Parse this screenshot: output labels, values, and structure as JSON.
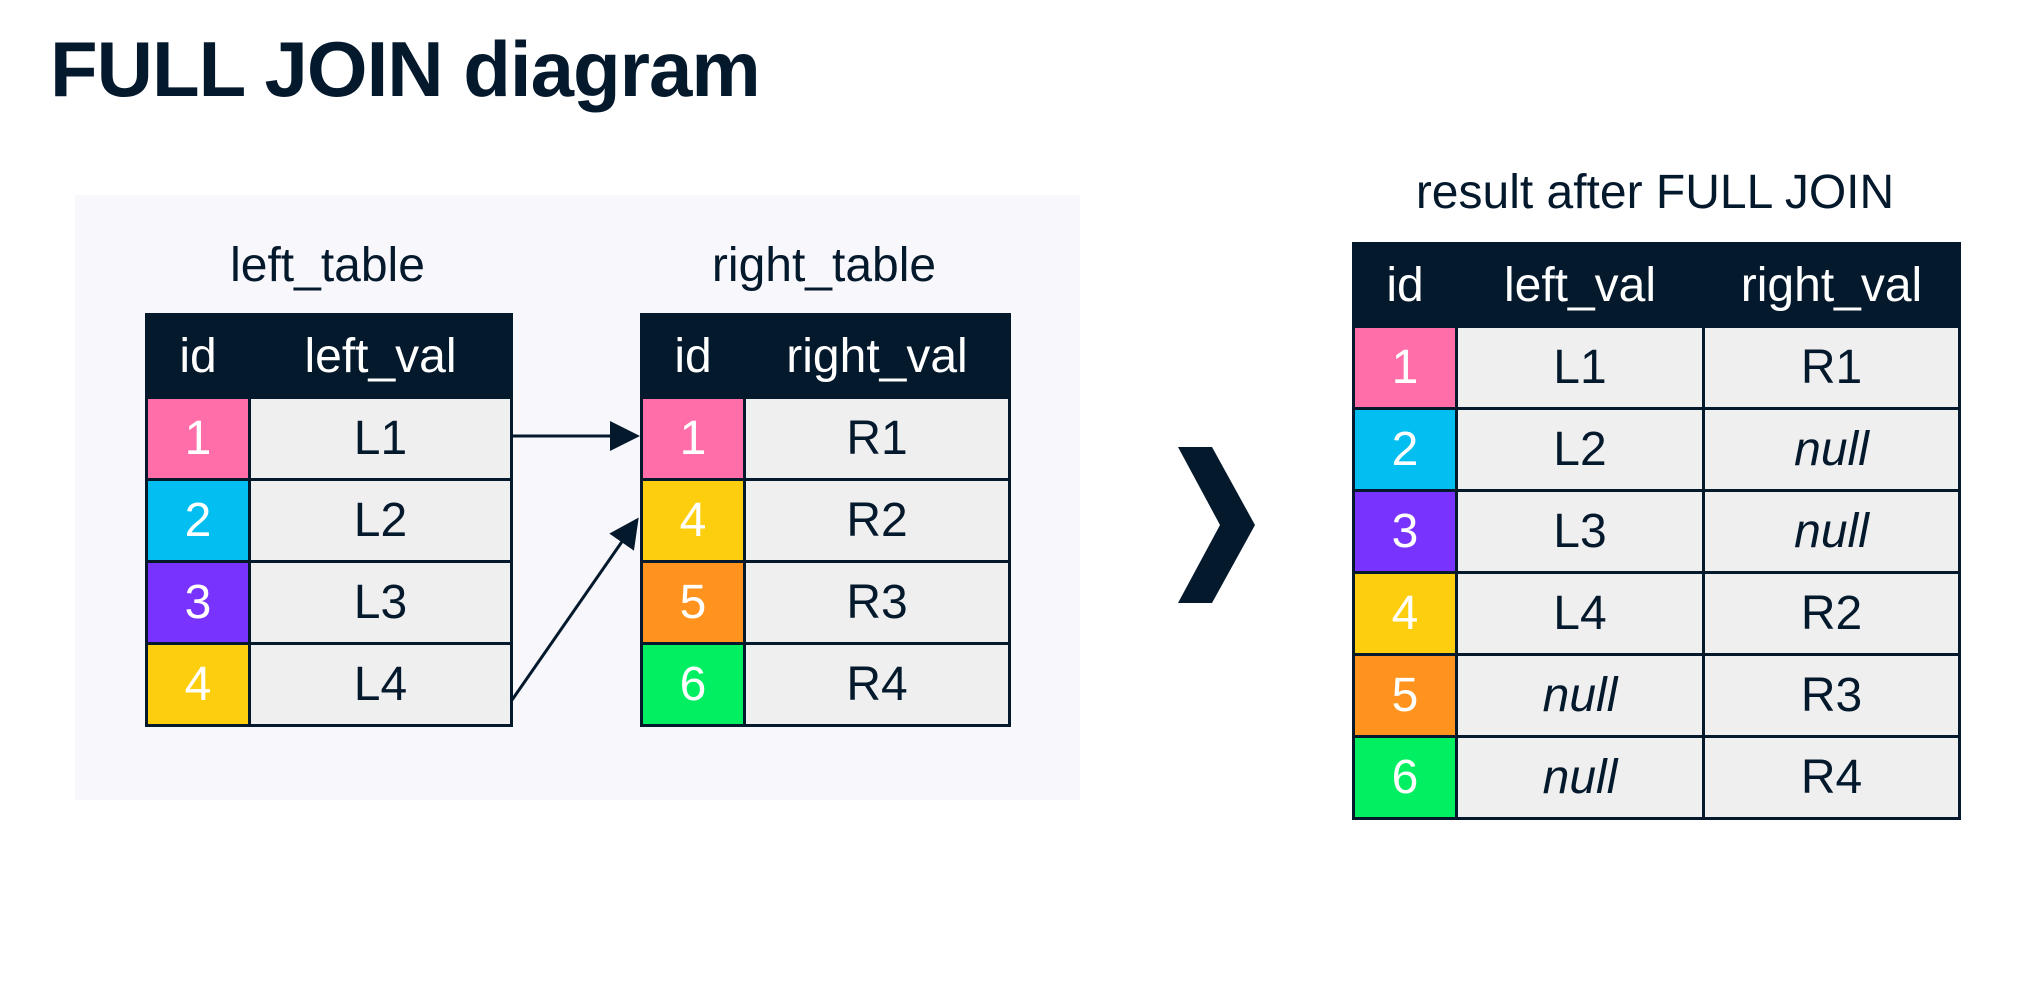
{
  "page": {
    "title": "FULL JOIN diagram"
  },
  "left_table": {
    "caption": "left_table",
    "headers": [
      "id",
      "left_val"
    ],
    "rows": [
      {
        "id": "1",
        "val": "L1",
        "color": "#ff6ea9"
      },
      {
        "id": "2",
        "val": "L2",
        "color": "#03bef0"
      },
      {
        "id": "3",
        "val": "L3",
        "color": "#7933ff"
      },
      {
        "id": "4",
        "val": "L4",
        "color": "#fcce0d"
      }
    ]
  },
  "right_table": {
    "caption": "right_table",
    "headers": [
      "id",
      "right_val"
    ],
    "rows": [
      {
        "id": "1",
        "val": "R1",
        "color": "#ff6ea9"
      },
      {
        "id": "4",
        "val": "R2",
        "color": "#fcce0d"
      },
      {
        "id": "5",
        "val": "R3",
        "color": "#ff931e"
      },
      {
        "id": "6",
        "val": "R4",
        "color": "#03ef62"
      }
    ]
  },
  "join_links": [
    {
      "from_left_id": "1",
      "to_right_id": "1"
    },
    {
      "from_left_id": "4",
      "to_right_id": "4"
    }
  ],
  "result_table": {
    "caption": "result after FULL JOIN",
    "headers": [
      "id",
      "left_val",
      "right_val"
    ],
    "rows": [
      {
        "id": "1",
        "left_val": "L1",
        "right_val": "R1",
        "color": "#ff6ea9"
      },
      {
        "id": "2",
        "left_val": "L2",
        "right_val": "null",
        "color": "#03bef0"
      },
      {
        "id": "3",
        "left_val": "L3",
        "right_val": "null",
        "color": "#7933ff"
      },
      {
        "id": "4",
        "left_val": "L4",
        "right_val": "R2",
        "color": "#fcce0d"
      },
      {
        "id": "5",
        "left_val": "null",
        "right_val": "R3",
        "color": "#ff931e"
      },
      {
        "id": "6",
        "left_val": "null",
        "right_val": "R4",
        "color": "#03ef62"
      }
    ]
  },
  "icons": {
    "result_arrow": "chevron-right-icon"
  },
  "colors": {
    "dark": "#05192d",
    "panel": "#f7f7fc",
    "cell": "#efefef"
  }
}
